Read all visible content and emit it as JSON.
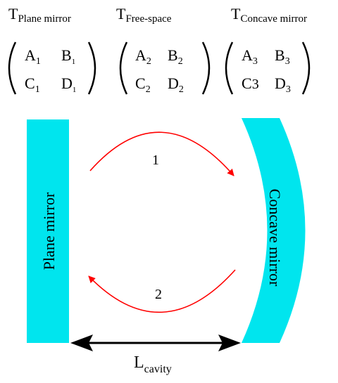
{
  "matrices": [
    {
      "label_main": "T",
      "label_sub": "Plane mirror",
      "a": "A",
      "a_sub": "1",
      "b": "B",
      "b_sub": "1",
      "c": "C",
      "c_sub": "1",
      "d": "D",
      "d_sub": "1"
    },
    {
      "label_main": "T",
      "label_sub": "Free-space",
      "a": "A",
      "a_sub": "2",
      "b": "B",
      "b_sub": "2",
      "c": "C",
      "c_sub": "2",
      "d": "D",
      "d_sub": "2"
    },
    {
      "label_main": "T",
      "label_sub": "Concave mirror",
      "a": "A",
      "a_sub": "3",
      "b": "B",
      "b_sub": "3",
      "c": "C",
      "c_sub": "3",
      "d": "D",
      "d_sub": "3"
    }
  ],
  "mirrors": {
    "plane_label": "Plane mirror",
    "concave_label": "Concave mirror"
  },
  "arrows": {
    "forward_label": "1",
    "return_label": "2"
  },
  "cavity": {
    "label_main": "L",
    "label_sub": "cavity"
  },
  "colors": {
    "mirror": "#00e5ee",
    "ray": "#ff0000",
    "dimension": "#000000"
  }
}
